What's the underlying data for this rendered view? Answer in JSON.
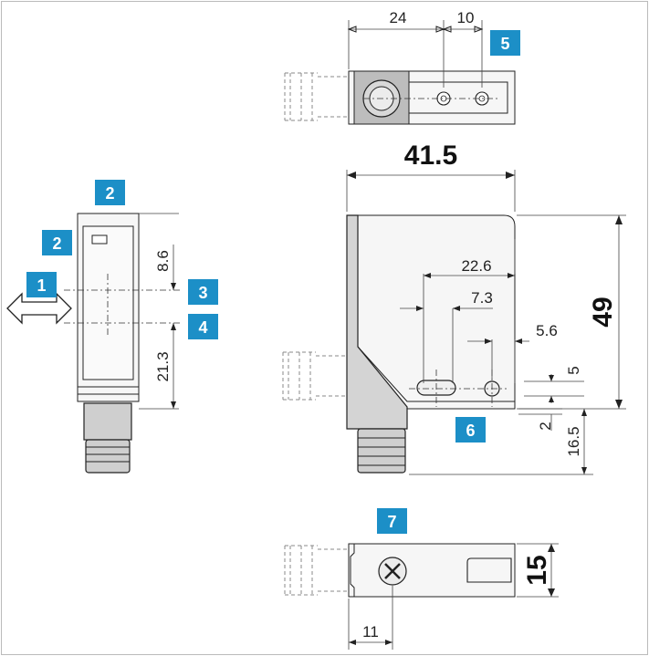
{
  "accent_color": "#1c8fc7",
  "dimensions": {
    "top_24": "24",
    "top_10": "10",
    "width_41_5": "41.5",
    "h_22_6": "22.6",
    "h_7_3": "7.3",
    "h_5_6": "5.6",
    "v_49": "49",
    "v_5": "5",
    "v_2": "2",
    "v_16_5": "16.5",
    "v_8_6": "8.6",
    "v_21_3": "21.3",
    "v_15": "15",
    "h_11": "11"
  },
  "callouts": {
    "c1": "1",
    "c2a": "2",
    "c2b": "2",
    "c3": "3",
    "c4": "4",
    "c5": "5",
    "c6": "6",
    "c7": "7"
  },
  "icons": {
    "arrow": "double-arrow-icon",
    "screw": "screw-head-icon"
  }
}
